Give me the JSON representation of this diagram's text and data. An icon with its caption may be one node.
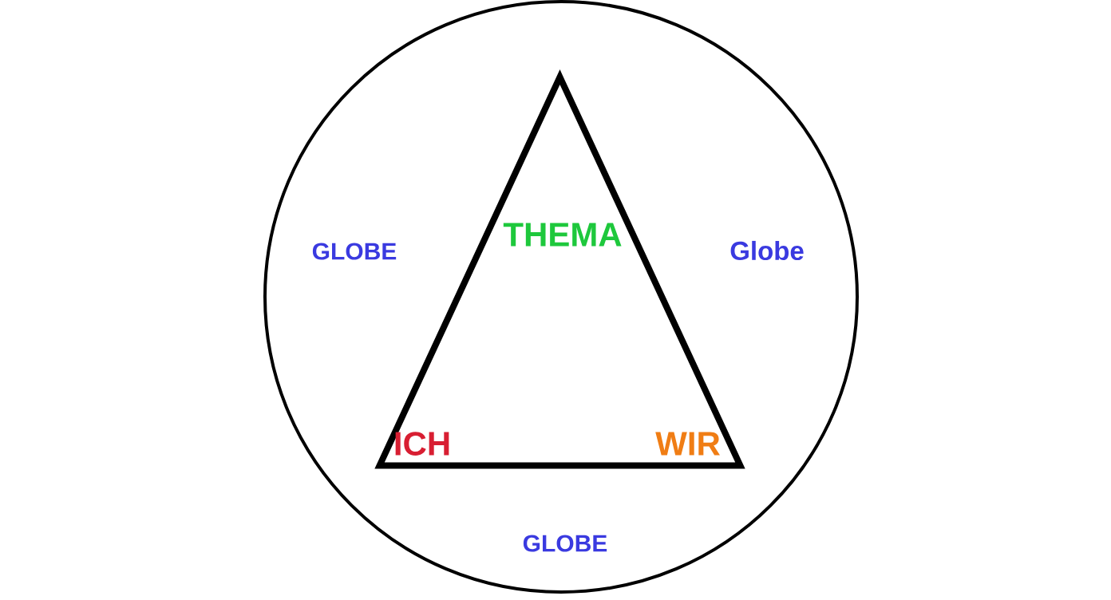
{
  "diagram": {
    "nodes": [
      {
        "text": [
          "GLOBE",
          "Globe",
          "GLOBE"
        ]
      },
      {
        "text": [
          "THEMA",
          "ICH",
          "WIR"
        ],
        "in": 0
      }
    ]
  }
}
